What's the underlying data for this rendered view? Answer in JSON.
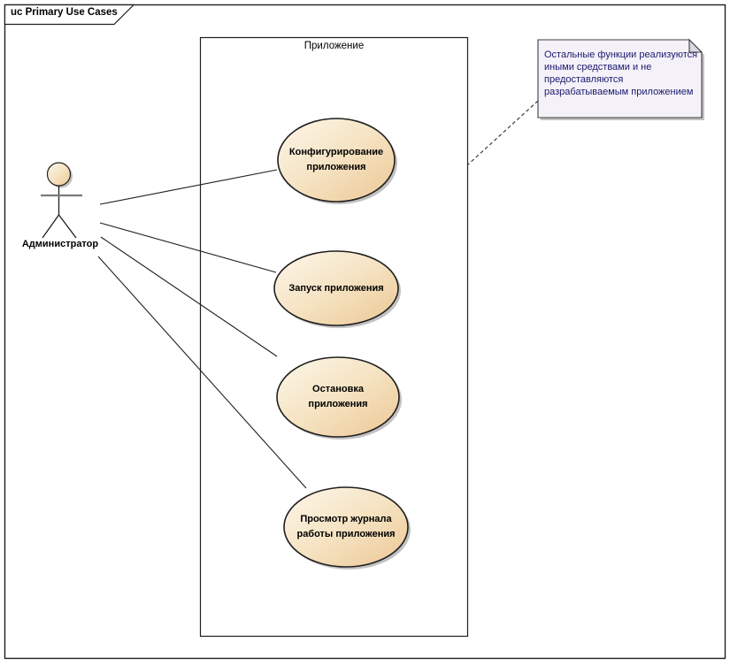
{
  "frame": {
    "label": "uc Primary Use Cases"
  },
  "boundary": {
    "label": "Приложение"
  },
  "actor": {
    "label": "Администратор"
  },
  "use_cases": [
    {
      "id": "configure",
      "label": "Конфигурирование приложения",
      "lines": [
        "Конфигурирование",
        "приложения"
      ]
    },
    {
      "id": "start",
      "label": "Запуск приложения",
      "lines": [
        "Запуск приложения"
      ]
    },
    {
      "id": "stop",
      "label": "Остановка приложения",
      "lines": [
        "Остановка",
        "приложения"
      ]
    },
    {
      "id": "view-log",
      "label": "Просмотр журнала работы приложения",
      "lines": [
        "Просмотр журнала",
        "работы приложения"
      ]
    }
  ],
  "note": {
    "text": "Остальные функции реализуются иными средствами и не предоставляются разрабатываемым приложением",
    "lines": [
      "Остальные функции реализуются",
      "иными средствами и не",
      "предоставляются",
      "разрабатываемым приложением"
    ]
  },
  "connections": [
    {
      "from": "Администратор",
      "to": "Конфигурирование приложения",
      "style": "solid"
    },
    {
      "from": "Администратор",
      "to": "Запуск приложения",
      "style": "solid"
    },
    {
      "from": "Администратор",
      "to": "Остановка приложения",
      "style": "solid"
    },
    {
      "from": "Администратор",
      "to": "Просмотр журнала работы приложения",
      "style": "solid"
    },
    {
      "from": "Остальные функции реализуются иными средствами и не предоставляются разрабатываемым приложением",
      "to": "Приложение",
      "style": "dashed"
    }
  ],
  "colors": {
    "usecase_fill_light": "#fdf7ea",
    "usecase_fill_mid": "#f5e3c2",
    "usecase_fill_dark": "#edc795",
    "note_fill": "#f5f1f8",
    "note_fold": "#ddd7e3",
    "note_text": "#1a1a6e",
    "outline": "#1f1f1f",
    "shadow": "#c2c2c2"
  }
}
